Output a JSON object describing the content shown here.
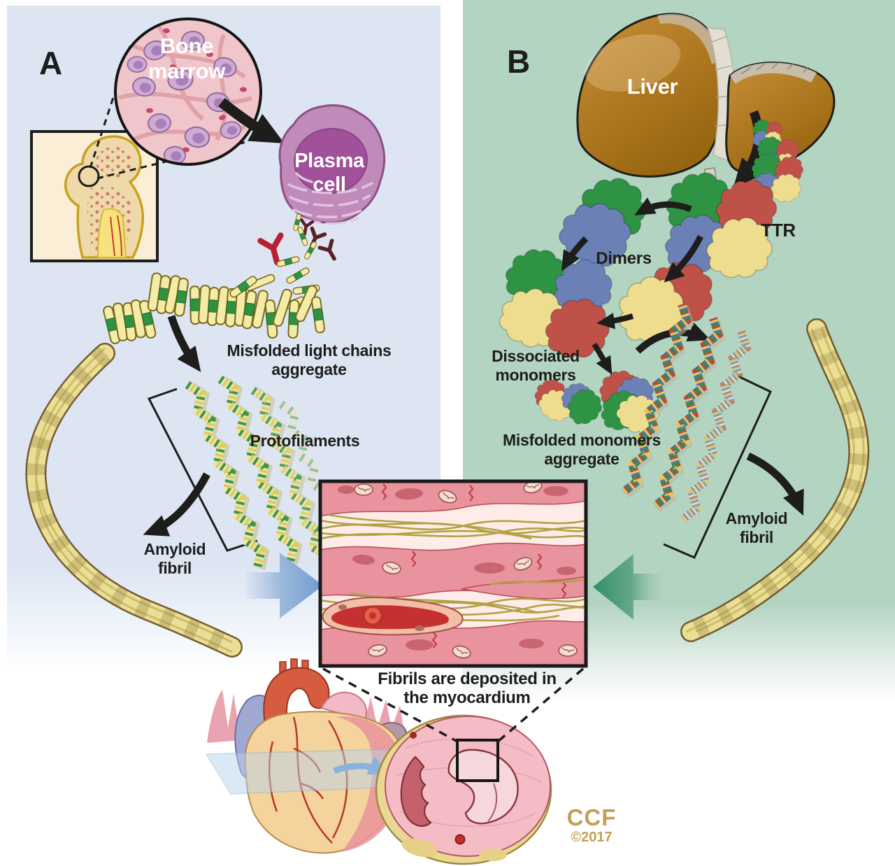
{
  "figure": {
    "credit_org": "CCF",
    "credit_year": "©2017"
  },
  "panel_a": {
    "label": "A",
    "bone_marrow": "Bone marrow",
    "plasma_cell": "Plasma cell",
    "misfolded_line1": "Misfolded light chains",
    "misfolded_line2": "aggregate",
    "protofilaments": "Protofilaments",
    "amyloid_line1": "Amyloid",
    "amyloid_line2": "fibril"
  },
  "panel_b": {
    "label": "B",
    "liver": "Liver",
    "ttr": "TTR",
    "dimers": "Dimers",
    "dissociated_line1": "Dissociated",
    "dissociated_line2": "monomers",
    "misfolded_line1": "Misfolded monomers",
    "misfolded_line2": "aggregate",
    "amyloid_line1": "Amyloid",
    "amyloid_line2": "fibril"
  },
  "center": {
    "caption_line1": "Fibrils are deposited in",
    "caption_line2": "the myocardium"
  },
  "colors": {
    "panel_a_bg": "#dde5f3",
    "panel_b_bg": "#b4d4c2",
    "arrow_black": "#1d1d1b",
    "flow_arrow_blue": "#7fa8d6",
    "flow_arrow_green": "#2f8f63",
    "light_chain_yellow": "#f4eba6",
    "light_chain_green": "#2e9240",
    "ttr_green": "#2e9444",
    "ttr_red": "#bf5149",
    "ttr_blue": "#6b80b4",
    "ttr_yellow": "#eedd8f",
    "fibril_gold": "#ebdf96",
    "myocardium_pink": "#e8939d",
    "credit_gold": "#c2a057"
  }
}
